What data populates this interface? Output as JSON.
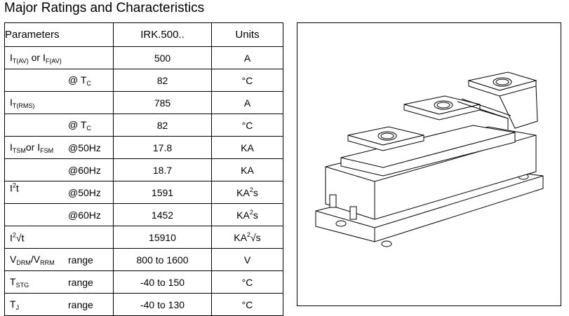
{
  "title": "Major Ratings and Characteristics",
  "header": {
    "parameters": "Parameters",
    "value": "IRK.500..",
    "units": "Units"
  },
  "rows": [
    {
      "value": "500",
      "unit": "A"
    },
    {
      "cond": "@",
      "value": "82",
      "unit": "°C"
    },
    {
      "value": "785",
      "unit": "A"
    },
    {
      "cond": "@",
      "value": "82",
      "unit": "°C"
    },
    {
      "cond": "@50Hz",
      "value": "17.8",
      "unit": "KA"
    },
    {
      "cond": "@60Hz",
      "value": "18.7",
      "unit": "KA"
    },
    {
      "cond": "@50Hz",
      "value": "1591",
      "unit": "KA"
    },
    {
      "cond": "@60Hz",
      "value": "1452",
      "unit": "KA"
    },
    {
      "value": "15910",
      "unit": "KA"
    },
    {
      "cond": "range",
      "value": "800 to 1600",
      "unit": "V"
    },
    {
      "cond": "range",
      "value": "-40 to 150",
      "unit": "°C"
    },
    {
      "cond": "range",
      "value": "-40 to 130",
      "unit": "°C"
    }
  ],
  "symbols": {
    "it_av": "I",
    "it_av_sub": "T(AV)",
    "or1": " or ",
    "if_av": "I",
    "if_av_sub": "F(AV)",
    "tc": "T",
    "tc_sub": "C",
    "it_rms": "I",
    "it_rms_sub": "T(RMS)",
    "itsm": "I",
    "itsm_sub": "TSM",
    "or2": "or ",
    "ifsm": "I",
    "ifsm_sub": "FSM",
    "i2t": "I",
    "i2t_sup": "2",
    "i2t_t": "t",
    "i2rt": "I",
    "i2rt_sup": "2",
    "i2rt_t": "√t",
    "vdrm": "V",
    "vdrm_sub": "DRM",
    "slash": "/",
    "vrrm": "V",
    "vrrm_sub": "RRM",
    "tstg": "T",
    "tstg_sub": "STG",
    "tj": "T",
    "tj_sub": "J",
    "ka2s_sup": "2",
    "ka2s_s": "s",
    "ka2rs_sup": "2",
    "ka2rs_s": "√s"
  }
}
